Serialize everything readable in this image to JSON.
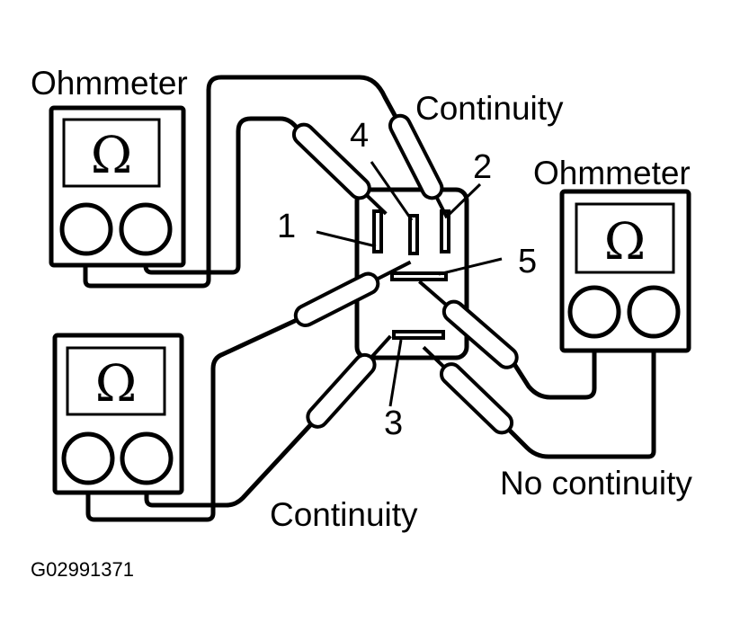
{
  "labels": {
    "ohmmeter_left": "Ohmmeter",
    "ohmmeter_right": "Ohmmeter",
    "continuity_top": "Continuity",
    "continuity_bottom": "Continuity",
    "no_continuity": "No continuity",
    "figure_id": "G02991371"
  },
  "terminals": {
    "t1": "1",
    "t2": "2",
    "t3": "3",
    "t4": "4",
    "t5": "5"
  },
  "meter_symbol": "Ω",
  "colors": {
    "ink": "#000000",
    "paper": "#ffffff"
  }
}
